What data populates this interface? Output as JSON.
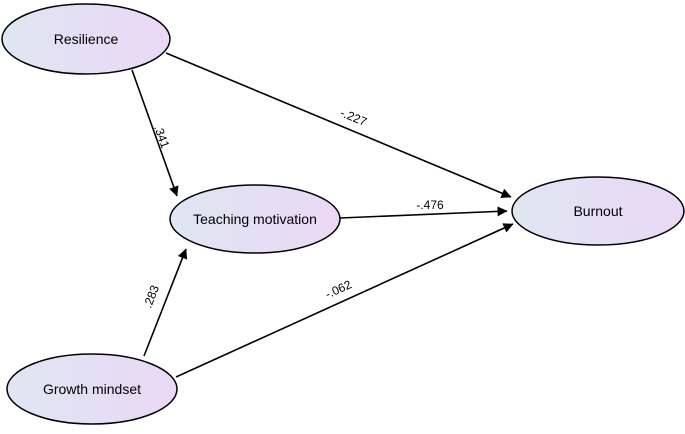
{
  "nodes": {
    "resilience": {
      "label": "Resilience"
    },
    "teaching_motivation": {
      "label": "Teaching motivation"
    },
    "growth_mindset": {
      "label": "Growth mindset"
    },
    "burnout": {
      "label": "Burnout"
    }
  },
  "paths": {
    "resilience_to_motivation": {
      "label": ".341"
    },
    "resilience_to_burnout": {
      "label": "-.227"
    },
    "motivation_to_burnout": {
      "label": "-.476"
    },
    "mindset_to_motivation": {
      "label": ".283"
    },
    "mindset_to_burnout": {
      "label": "-.062"
    }
  },
  "colors": {
    "node_fill_start": "#dfe6f2",
    "node_fill_end": "#ead8f5",
    "stroke": "#000000"
  }
}
